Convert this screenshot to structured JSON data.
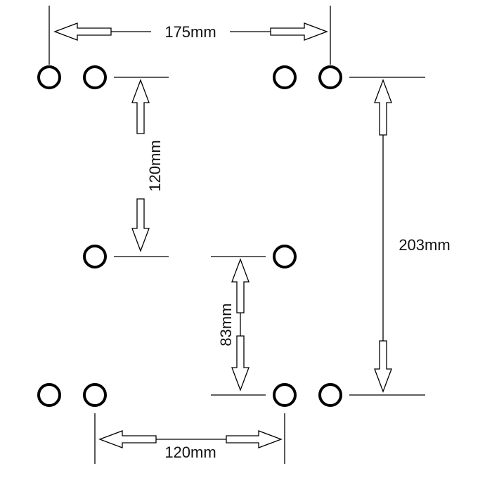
{
  "dimensions": {
    "top_width": "175mm",
    "upper_vertical": "120mm",
    "middle_vertical": "83mm",
    "overall_vertical": "203mm",
    "bottom_width": "120mm"
  },
  "colors": {
    "stroke": "#000000",
    "background": "#ffffff"
  }
}
